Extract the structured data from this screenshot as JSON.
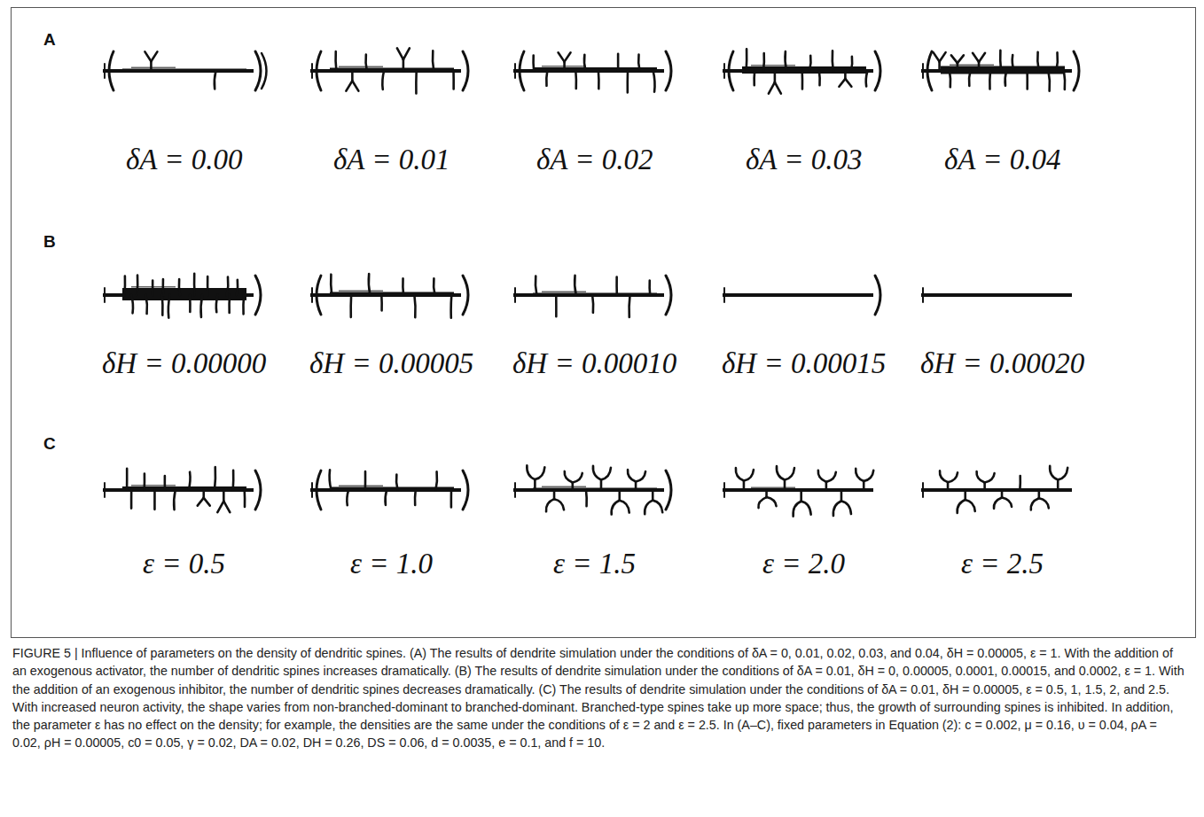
{
  "diagram": {
    "caption": "FIGURE 5 | Influence of parameters on the density of dendritic spines. (A) The results of dendrite simulation under the conditions of δA = 0, 0.01, 0.02, 0.03, and 0.04, δH = 0.00005, ε = 1. With the addition of an exogenous activator, the number of dendritic spines increases dramatically. (B) The results of dendrite simulation under the conditions of δA = 0.01, δH = 0, 0.00005, 0.0001, 0.00015, and 0.0002, ε = 1. With the addition of an exogenous inhibitor, the number of dendritic spines decreases dramatically. (C) The results of dendrite simulation under the conditions of δA = 0.01, δH = 0.00005, ε = 0.5, 1, 1.5, 2, and 2.5. With increased neuron activity, the shape varies from non-branched-dominant to branched-dominant. Branched-type spines take up more space; thus, the growth of surrounding spines is inhibited. In addition, the parameter ε has no effect on the density; for example, the densities are the same under the conditions of ε = 2 and ε = 2.5. In (A–C), fixed parameters in Equation (2): c = 0.002, μ = 0.16, υ = 0.04, ρA = 0.02, ρH = 0.00005, c0 = 0.05, γ = 0.02, DA = 0.02, DH = 0.26, DS = 0.06, d = 0.0035, e = 0.1, and f = 10.",
    "labels": [
      "A",
      "δA = 0.00",
      "δA = 0.01",
      "δA = 0.02",
      "δA = 0.03",
      "δA = 0.04",
      "B",
      "δH = 0.00000",
      "δH = 0.00005",
      "δH = 0.00010",
      "δH = 0.00015",
      "δH = 0.00020",
      "C",
      "ε = 0.5",
      "ε = 1.0",
      "ε = 1.5",
      "ε = 2.0",
      "ε = 2.5"
    ]
  }
}
